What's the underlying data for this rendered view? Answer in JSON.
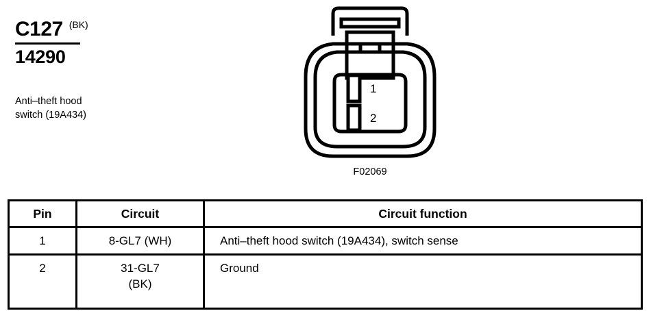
{
  "connector": {
    "id": "C127",
    "color_code": "(BK)",
    "part_number": "14290",
    "description_line1": "Anti–theft hood",
    "description_line2": "switch (19A434)",
    "figure_code": "F02069",
    "pin_markers": [
      "1",
      "2"
    ]
  },
  "table": {
    "headers": [
      "Pin",
      "Circuit",
      "Circuit function"
    ],
    "rows": [
      {
        "pin": "1",
        "circuit_line1": "8-GL7 (WH)",
        "circuit_line2": "",
        "function": "Anti–theft hood switch (19A434), switch sense"
      },
      {
        "pin": "2",
        "circuit_line1": "31-GL7",
        "circuit_line2": "(BK)",
        "function": "Ground"
      }
    ]
  },
  "colors": {
    "ink": "#000000",
    "paper": "#ffffff"
  }
}
